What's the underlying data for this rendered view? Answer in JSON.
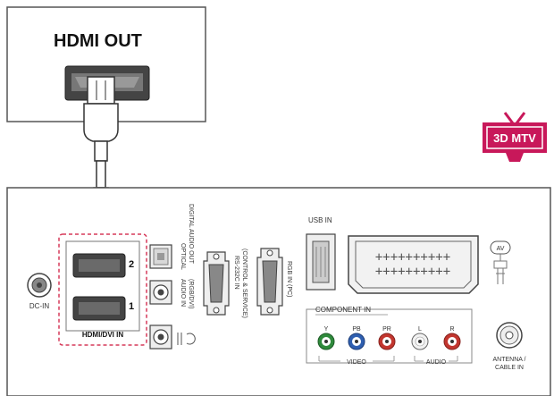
{
  "source_device": {
    "port_label": "HDMI OUT"
  },
  "badge": {
    "text": "3D MTV",
    "color": "#c8185a"
  },
  "tv_panel": {
    "dc_in": "DC-IN",
    "hdmi_group_label": "HDMI/DVI IN",
    "hdmi_port_1": "1",
    "hdmi_port_2": "2",
    "optical_label_1": "OPTICAL",
    "optical_label_2": "DIGITAL AUDIO OUT",
    "audio_in_label_1": "AUDIO IN",
    "audio_in_label_2": "(RGB/DVI)",
    "rs232_label_1": "RS-232C IN",
    "rs232_label_2": "(CONTROL & SERVICE)",
    "rgb_in_label": "RGB IN (PC)",
    "usb_in": "USB IN",
    "av_label": "AV",
    "component_title": "COMPONENT IN",
    "component_y": "Y",
    "component_pb": "PB",
    "component_pr": "PR",
    "component_l": "L",
    "component_r": "R",
    "video_label": "VIDEO",
    "audio_label": "AUDIO",
    "antenna_label_1": "ANTENNA /",
    "antenna_label_2": "CABLE IN"
  },
  "colors": {
    "dashed_highlight": "#d63a5a",
    "jack_green": "#2f8a3c",
    "jack_blue": "#2f5fb0",
    "jack_red": "#c2362f"
  }
}
